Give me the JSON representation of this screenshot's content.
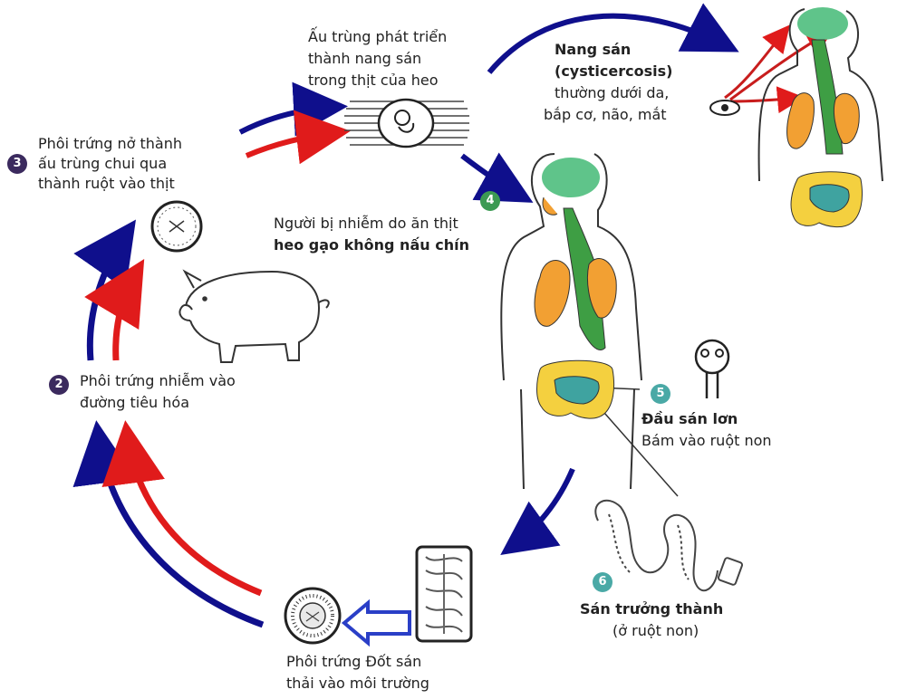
{
  "steps": {
    "s2": {
      "num": "2",
      "line1": "Phôi trứng nhiễm vào",
      "line2": "đường tiêu hóa"
    },
    "s3": {
      "num": "3",
      "line1": "Phôi trứng nở thành",
      "line2": "ấu trùng chui qua",
      "line3": "thành ruột vào thịt"
    },
    "s4": {
      "num": "4",
      "line1": "Người bị nhiễm do ăn thịt",
      "line2": "heo gạo không nấu chín"
    },
    "s5": {
      "num": "5",
      "title": "Đầu sán lơn",
      "sub": "Bám vào ruột non"
    },
    "s6": {
      "num": "6",
      "title": "Sán trưởng thành",
      "sub": "(ở ruột non)"
    }
  },
  "larva_text": {
    "line1": "Ấu trùng phát triển",
    "line2": "thành nang sán",
    "line3": "trong thịt của heo"
  },
  "cyst_text": {
    "title1": "Nang sán",
    "title2": "(cysticercosis)",
    "line1": "thường dưới da,",
    "line2": "bắp cơ, não, mắt"
  },
  "egg_text": {
    "line1": "Phôi trứng  Đốt sán",
    "line2": "thải vào môi trường"
  },
  "colors": {
    "blue_arrow": "#0f0f8c",
    "red_arrow": "#e01b1b",
    "organ_orange": "#f2a033",
    "organ_green": "#3e9e44",
    "brain": "#5fc48a",
    "intestine": "#f4d03f"
  }
}
